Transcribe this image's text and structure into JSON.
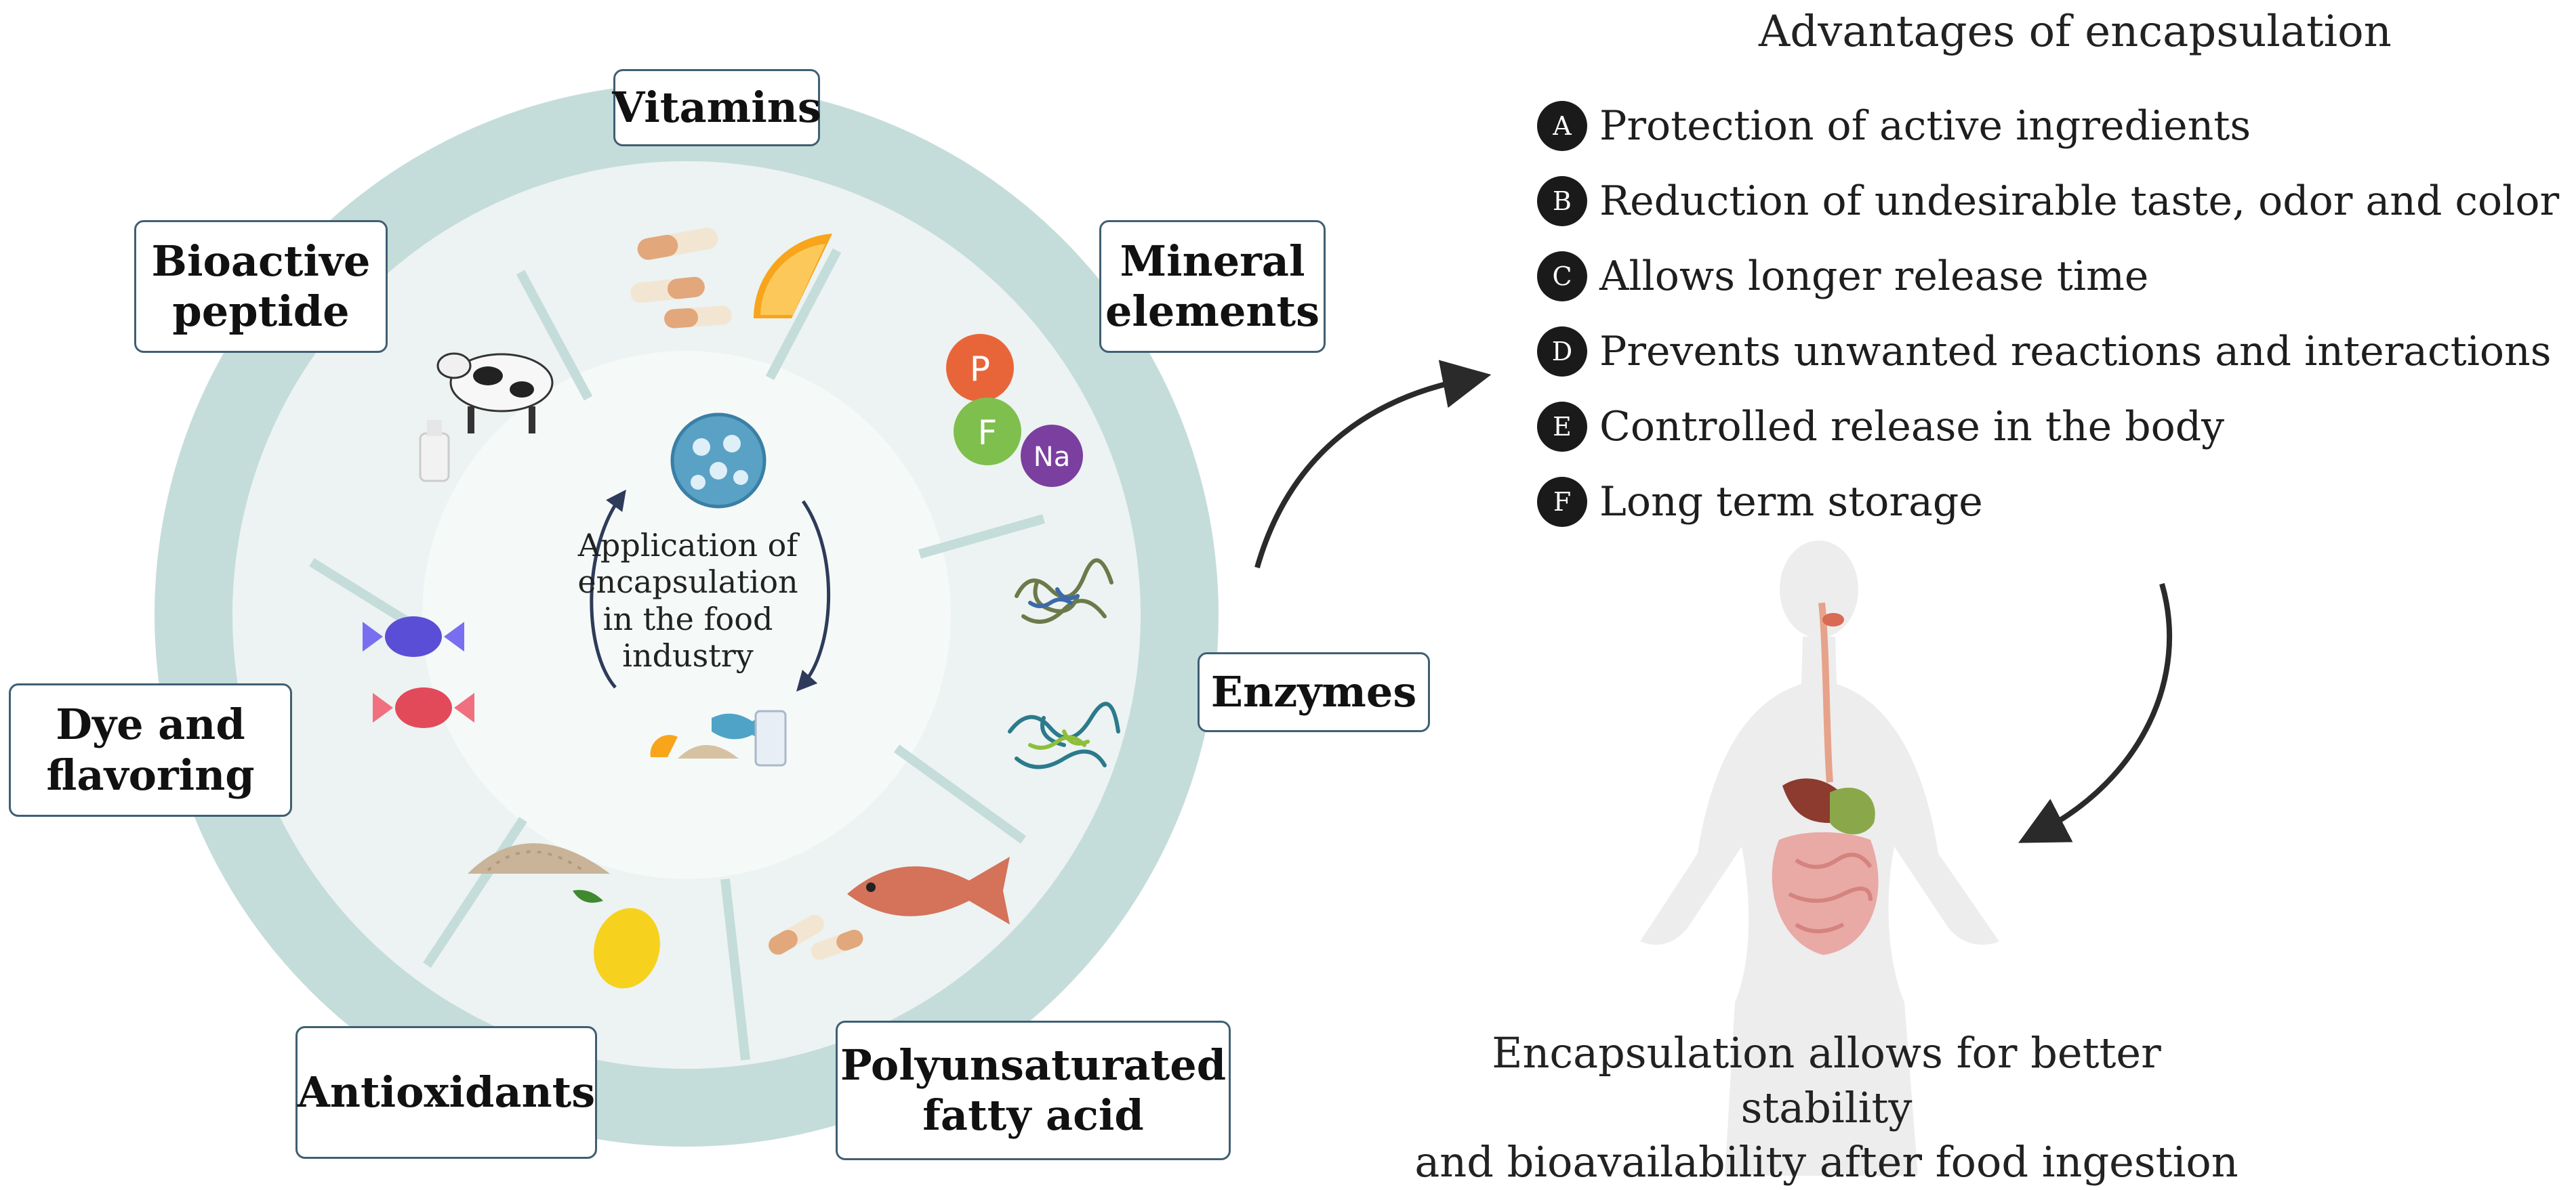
{
  "center": {
    "text": "Application of\nencapsulation\nin the food\nindustry"
  },
  "categories": [
    {
      "label": "Vitamins"
    },
    {
      "label": "Mineral\nelements"
    },
    {
      "label": "Enzymes"
    },
    {
      "label": "Polyunsaturated\nfatty acid"
    },
    {
      "label": "Antioxidants"
    },
    {
      "label": "Dye and\nflavoring"
    },
    {
      "label": "Bioactive\npeptide"
    }
  ],
  "minerals": {
    "p": "P",
    "f": "F",
    "na": "Na"
  },
  "advantages": {
    "title": "Advantages of encapsulation",
    "items": [
      {
        "letter": "A",
        "text": "Protection of active ingredients"
      },
      {
        "letter": "B",
        "text": "Reduction of undesirable taste, odor and color"
      },
      {
        "letter": "C",
        "text": "Allows longer release time"
      },
      {
        "letter": "D",
        "text": "Prevents unwanted reactions and interactions"
      },
      {
        "letter": "E",
        "text": "Controlled release in the body"
      },
      {
        "letter": "F",
        "text": "Long term storage"
      }
    ]
  },
  "conclusion": {
    "text": "Encapsulation allows for better stability\nand bioavailability after food ingestion"
  },
  "colors": {
    "outer_ring": "#c5ddda",
    "inner_ring": "#ecf3f2",
    "center_disc": "#f3f8f7",
    "box_border": "#3f5f73",
    "arrow": "#2a2a2a"
  }
}
